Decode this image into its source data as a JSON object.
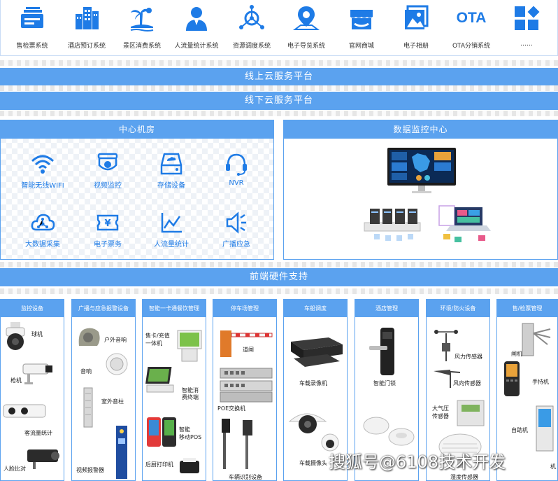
{
  "systems": [
    {
      "label": "售检票系统",
      "icon": "ticket-card-icon"
    },
    {
      "label": "酒店预订系统",
      "icon": "hotel-building-icon"
    },
    {
      "label": "景区消费系统",
      "icon": "palm-island-icon"
    },
    {
      "label": "人流量统计系统",
      "icon": "person-icon"
    },
    {
      "label": "资源调度系统",
      "icon": "network-hub-icon"
    },
    {
      "label": "电子导览系统",
      "icon": "map-pin-icon"
    },
    {
      "label": "官网商城",
      "icon": "shop-store-icon"
    },
    {
      "label": "电子相册",
      "icon": "photo-album-icon"
    },
    {
      "label": "OTA分销系统",
      "icon": "ota-text-icon",
      "icon_text": "OTA"
    },
    {
      "label": "……",
      "icon": "apps-grid-icon"
    }
  ],
  "platforms": {
    "online": "线上云服务平台",
    "offline": "线下云服务平台",
    "frontend": "前端硬件支持"
  },
  "center_room": {
    "title": "中心机房",
    "items": [
      {
        "label": "智能无线WIFI",
        "icon": "wifi-icon"
      },
      {
        "label": "视频监控",
        "icon": "camera-dome-icon"
      },
      {
        "label": "存储设备",
        "icon": "storage-drive-icon"
      },
      {
        "label": "NVR",
        "icon": "headset-icon"
      },
      {
        "label": "大数据采集",
        "icon": "cloud-data-icon"
      },
      {
        "label": "电子票务",
        "icon": "yen-ticket-icon"
      },
      {
        "label": "人流量统计",
        "icon": "line-chart-icon"
      },
      {
        "label": "广播应急",
        "icon": "speaker-icon"
      }
    ]
  },
  "monitor_center": {
    "title": "数据监控中心"
  },
  "hardware": [
    {
      "title": "监控设备",
      "items": [
        "球机",
        "枪机",
        "客流量统计",
        "人脸比对"
      ]
    },
    {
      "title": "广播与应急报警设备",
      "items": [
        "户外音响",
        "音响",
        "室外音柱",
        "视频报警器"
      ]
    },
    {
      "title": "智能一卡通餐饮管理",
      "items": [
        "售卡/充值",
        "一体机",
        "智能消",
        "费终端",
        "智能",
        "移动POS",
        "后厨打印机"
      ]
    },
    {
      "title": "停车场管理",
      "items": [
        "道闸",
        "POE交换机",
        "车辆识别设备"
      ]
    },
    {
      "title": "车船调度",
      "items": [
        "车载录像机",
        "车载摄像头"
      ]
    },
    {
      "title": "酒店管理",
      "items": [
        "智能门锁"
      ]
    },
    {
      "title": "环境/防火设备",
      "items": [
        "风力传感器",
        "风向传感器",
        "大气压",
        "传感器",
        "湿度传感器"
      ]
    },
    {
      "title": "售/检票管理",
      "items": [
        "闸机",
        "手持机",
        "自助机",
        "机"
      ]
    }
  ],
  "watermark": "搜狐号@6108技术开发",
  "colors": {
    "accent": "#1e7be6",
    "bar": "#5ba2ef"
  }
}
